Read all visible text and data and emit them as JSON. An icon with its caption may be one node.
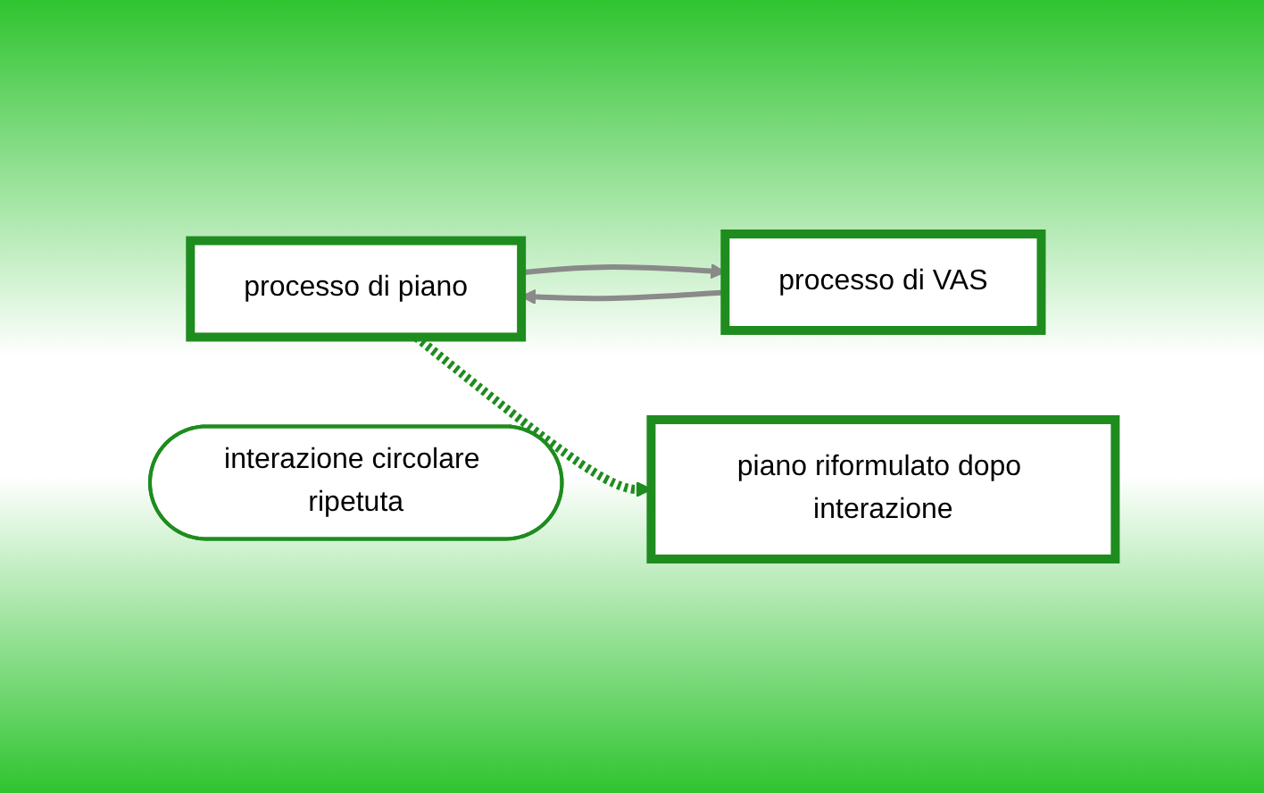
{
  "diagram": {
    "nodes": [
      {
        "text": [
          "processo di piano"
        ]
      },
      {
        "text": [
          "piano riformulato dopo interazione"
        ]
      },
      {
        "text": [
          "processo di VAS"
        ]
      },
      {
        "text": [
          "interazione circolare ripetuta"
        ]
      }
    ],
    "edges": [
      {
        "from": 0,
        "to": 2,
        "arrow": "to"
      },
      {
        "from": 2,
        "to": 0,
        "arrow": "to"
      },
      {
        "from": 0,
        "to": 1,
        "arrow": "to",
        "style": "dashed",
        "color": "#1e8c1e"
      }
    ]
  }
}
